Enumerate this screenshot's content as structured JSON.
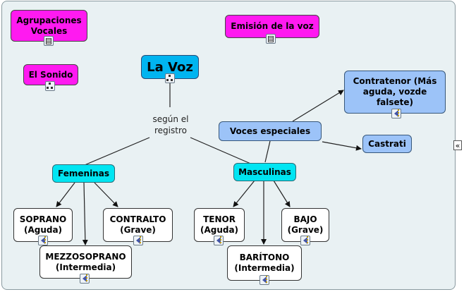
{
  "nodes": {
    "agrupaciones": "Agrupaciones Vocales",
    "emision": "Emisión de la voz",
    "sonido": "El Sonido",
    "la_voz": "La Voz",
    "registro": "según el registro",
    "voces_especiales": "Voces especiales",
    "contratenor": "Contratenor (Más aguda, vozde falsete)",
    "castrati": "Castrati",
    "femeninas": "Femeninas",
    "masculinas": "Masculinas",
    "soprano": "SOPRANO (Aguda)",
    "contralto": "CONTRALTO (Grave)",
    "mezzo": "MEZZOSOPRANO (Intermedia)",
    "tenor": "TENOR (Aguda)",
    "bajo": "BAJO (Grave)",
    "baritono": "BARÍTONO (Intermedia)"
  },
  "collapse_glyph": "«",
  "icons": {
    "document": "document-icon",
    "map": "concept-map-icon",
    "audio": "audio-icon"
  },
  "colors": {
    "magenta": "#ff1af0",
    "cyan": "#00e5f2",
    "blue": "#00b4f0",
    "lightblue": "#9cc3f8",
    "background": "#e9f1f3"
  }
}
